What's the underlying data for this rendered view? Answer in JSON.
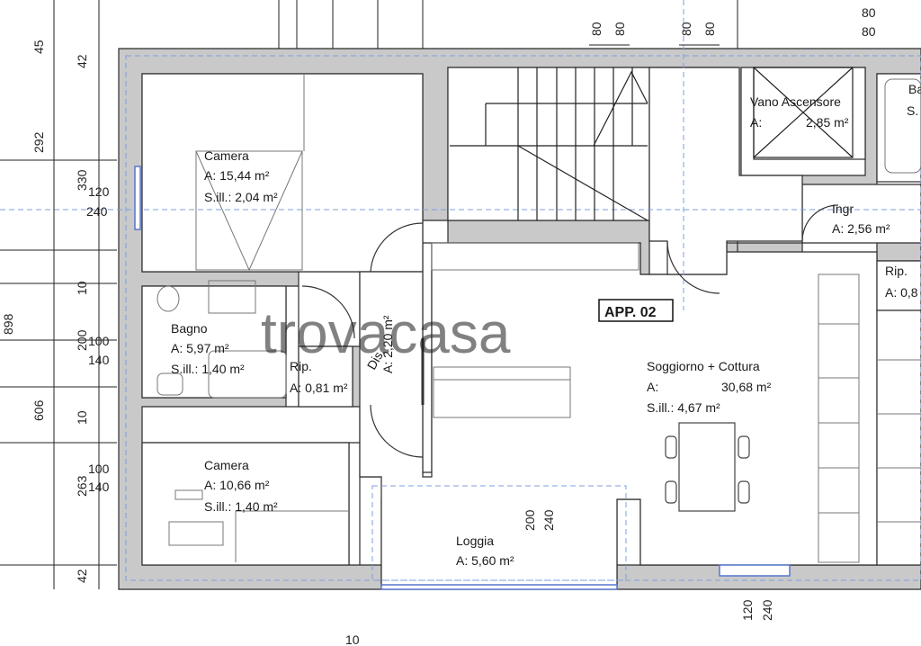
{
  "apartment_label": "APP. 02",
  "watermark": "trovacasa",
  "rooms": {
    "camera_top": {
      "name": "Camera",
      "area": "A:  15,44 m²",
      "lighting": "S.ill.: 2,04 m²"
    },
    "bagno": {
      "name": "Bagno",
      "area": "A:     5,97 m²",
      "lighting": "S.ill.: 1,40 m²"
    },
    "rip_small": {
      "name": "Rip.",
      "area": "A: 0,81 m²"
    },
    "dis": {
      "name": "Dis.",
      "area": "A: 2,20 m²"
    },
    "camera_bottom": {
      "name": "Camera",
      "area": "A:  10,66 m²",
      "lighting": "S.ill.: 1,40 m²"
    },
    "loggia": {
      "name": "Loggia",
      "area": "A: 5,60 m²"
    },
    "soggiorno": {
      "name": "Soggiorno + Cottura",
      "area_prefix": "A:",
      "area_value": "30,68 m²",
      "lighting": "S.ill.: 4,67 m²"
    },
    "vano_ascensore": {
      "name": "Vano Ascensore",
      "area_prefix": "A:",
      "area_value": "2,85 m²"
    },
    "ingr": {
      "name": "Ingr",
      "area": "A: 2,56 m²"
    },
    "rip_right": {
      "name": "Rip.",
      "area": "A: 0,8"
    },
    "bagno_right": {
      "name": "Ba",
      "area": "S."
    }
  },
  "dimensions": {
    "left": [
      "45",
      "42",
      "292",
      "330",
      "120",
      "240",
      "10",
      "898",
      "200",
      "100",
      "140",
      "606",
      "10",
      "100",
      "140",
      "263",
      "42"
    ],
    "top": [
      "80",
      "80",
      "80",
      "80",
      "80",
      "80"
    ],
    "loggia_window": [
      "200",
      "240"
    ],
    "bottom_window": [
      "120",
      "240"
    ],
    "bottom_cut": "10"
  }
}
